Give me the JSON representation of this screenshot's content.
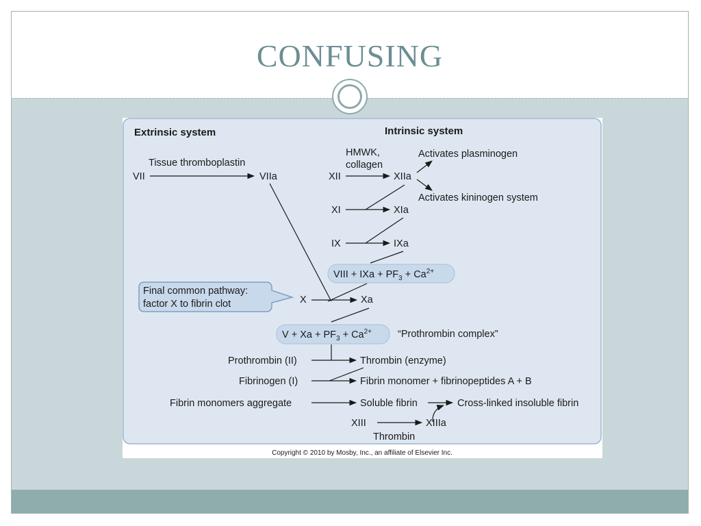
{
  "slide": {
    "title": "CONFUSING"
  },
  "diagram": {
    "extrinsic_header": "Extrinsic system",
    "intrinsic_header": "Intrinsic system",
    "tissue_thromboplastin": "Tissue thromboplastin",
    "vii": "VII",
    "viia": "VIIa",
    "hmwk": "HMWK,",
    "collagen": "collagen",
    "xii": "XII",
    "xiia": "XIIa",
    "activates_plasminogen": "Activates plasminogen",
    "activates_kininogen": "Activates kininogen system",
    "xi": "XI",
    "xia": "XIa",
    "ix": "IX",
    "ixa": "IXa",
    "complex1": {
      "main": "VIII + IXa + PF",
      "sub": "3",
      "tail": " + Ca",
      "sup": "2+"
    },
    "callout_line1": "Final common pathway:",
    "callout_line2": "factor X to fibrin clot",
    "x": "X",
    "xa": "Xa",
    "complex2": {
      "main": "V + Xa + PF",
      "sub": "3",
      "tail": " + Ca",
      "sup": "2+"
    },
    "prothrombin_complex": "“Prothrombin complex”",
    "prothrombin": "Prothrombin (II)",
    "thrombin_enzyme": "Thrombin (enzyme)",
    "fibrinogen": "Fibrinogen (I)",
    "fibrin_monomer": "Fibrin monomer + fibrinopeptides A + B",
    "fibrin_aggregate": "Fibrin monomers aggregate",
    "soluble_fibrin": "Soluble fibrin",
    "crosslinked": "Cross-linked insoluble fibrin",
    "xiii": "XIII",
    "xiiia": "XIIIa",
    "thrombin": "Thrombin",
    "copyright": "Copyright © 2010 by Mosby, Inc., an affiliate of Elsevier Inc."
  },
  "colors": {
    "title": "#6d8e93",
    "slide_body": "#c9d7da",
    "footer_band": "#8fadad",
    "diagram_panel": "#dee7f1",
    "panel_border": "#9db4cc",
    "pill_fill": "#c9d9ec",
    "text": "#1a1a1a"
  }
}
